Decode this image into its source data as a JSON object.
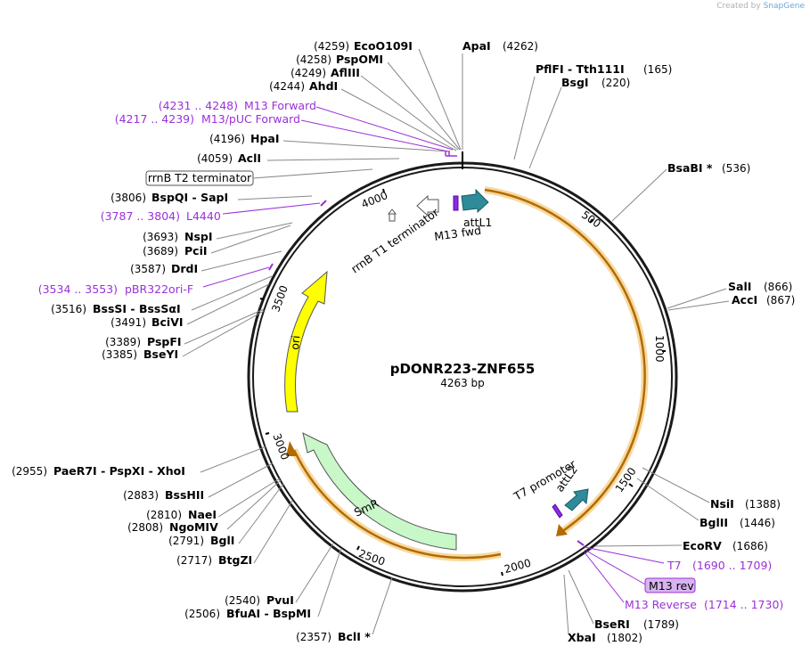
{
  "credit": {
    "prefix": "Created by",
    "brand": "SnapGene"
  },
  "plasmid": {
    "name": "pDONR223-ZNF655",
    "length_label": "4263 bp"
  },
  "ticks": [
    "500",
    "1000",
    "1500",
    "2000",
    "2500",
    "3000",
    "3500",
    "4000"
  ],
  "enzymes_left": [
    {
      "pos": "(4259)",
      "name": "EcoO109I"
    },
    {
      "pos": "(4258)",
      "name": "PspOMI"
    },
    {
      "pos": "(4249)",
      "name": "AflIII"
    },
    {
      "pos": "(4244)",
      "name": "AhdI"
    },
    {
      "pos": "(4196)",
      "name": "HpaI"
    },
    {
      "pos": "(4059)",
      "name": "AclI"
    },
    {
      "pos": "(3806)",
      "name": "BspQI - SapI"
    },
    {
      "pos": "(3693)",
      "name": "NspI"
    },
    {
      "pos": "(3689)",
      "name": "PciI"
    },
    {
      "pos": "(3587)",
      "name": "DrdI"
    },
    {
      "pos": "(3516)",
      "name": "BssSI - BssSαI"
    },
    {
      "pos": "(3491)",
      "name": "BciVI"
    },
    {
      "pos": "(3389)",
      "name": "PspFI"
    },
    {
      "pos": "(3385)",
      "name": "BseYI"
    },
    {
      "pos": "(2955)",
      "name": "PaeR7I - PspXI - XhoI"
    },
    {
      "pos": "(2883)",
      "name": "BssHII"
    },
    {
      "pos": "(2810)",
      "name": "NaeI"
    },
    {
      "pos": "(2808)",
      "name": "NgoMIV"
    },
    {
      "pos": "(2791)",
      "name": "BglI"
    },
    {
      "pos": "(2717)",
      "name": "BtgZI"
    },
    {
      "pos": "(2540)",
      "name": "PvuI"
    },
    {
      "pos": "(2506)",
      "name": "BfuAI - BspMI"
    },
    {
      "pos": "(2357)",
      "name": "BclI *"
    }
  ],
  "enzymes_right": [
    {
      "name": "ApaI",
      "pos": "(4262)"
    },
    {
      "name": "PflFI - Tth111I",
      "pos": "(165)"
    },
    {
      "name": "BsgI",
      "pos": "(220)"
    },
    {
      "name": "BsaBI *",
      "pos": "(536)"
    },
    {
      "name": "SalI",
      "pos": "(866)"
    },
    {
      "name": "AccI",
      "pos": "(867)"
    },
    {
      "name": "NsiI",
      "pos": "(1388)"
    },
    {
      "name": "BglII",
      "pos": "(1446)"
    },
    {
      "name": "EcoRV",
      "pos": "(1686)"
    },
    {
      "name": "BseRI",
      "pos": "(1789)"
    },
    {
      "name": "XbaI",
      "pos": "(1802)"
    }
  ],
  "primers": [
    {
      "range": "(4231 .. 4248)",
      "name": "M13 Forward"
    },
    {
      "range": "(4217 .. 4239)",
      "name": "M13/pUC Forward"
    },
    {
      "range": "(3787 .. 3804)",
      "name": "L4440"
    },
    {
      "range": "(3534 .. 3553)",
      "name": "pBR322ori-F"
    },
    {
      "name": "T7",
      "range": "(1690 .. 1709)"
    },
    {
      "name": "M13 rev"
    },
    {
      "name": "M13 Reverse",
      "range": "(1714 .. 1730)"
    }
  ],
  "features": {
    "rrnB_T2": "rrnB T2 terminator",
    "rrnB_T1": "rrnB T1 terminator",
    "attL1": "attL1",
    "m13fwd": "M13 fwd",
    "ori": "ori",
    "smr": "SmR",
    "t7prom": "T7 promoter",
    "attL2": "attL2"
  },
  "colors": {
    "backbone": "#1a1a1a",
    "orf": "#e6a020",
    "ori": "#ffff00",
    "smr": "#c8f7c8",
    "att": "#2e8b9a",
    "primer": "#9b30d9",
    "label_purple": "#9b30d9",
    "highlight": "#d8b4f0"
  }
}
